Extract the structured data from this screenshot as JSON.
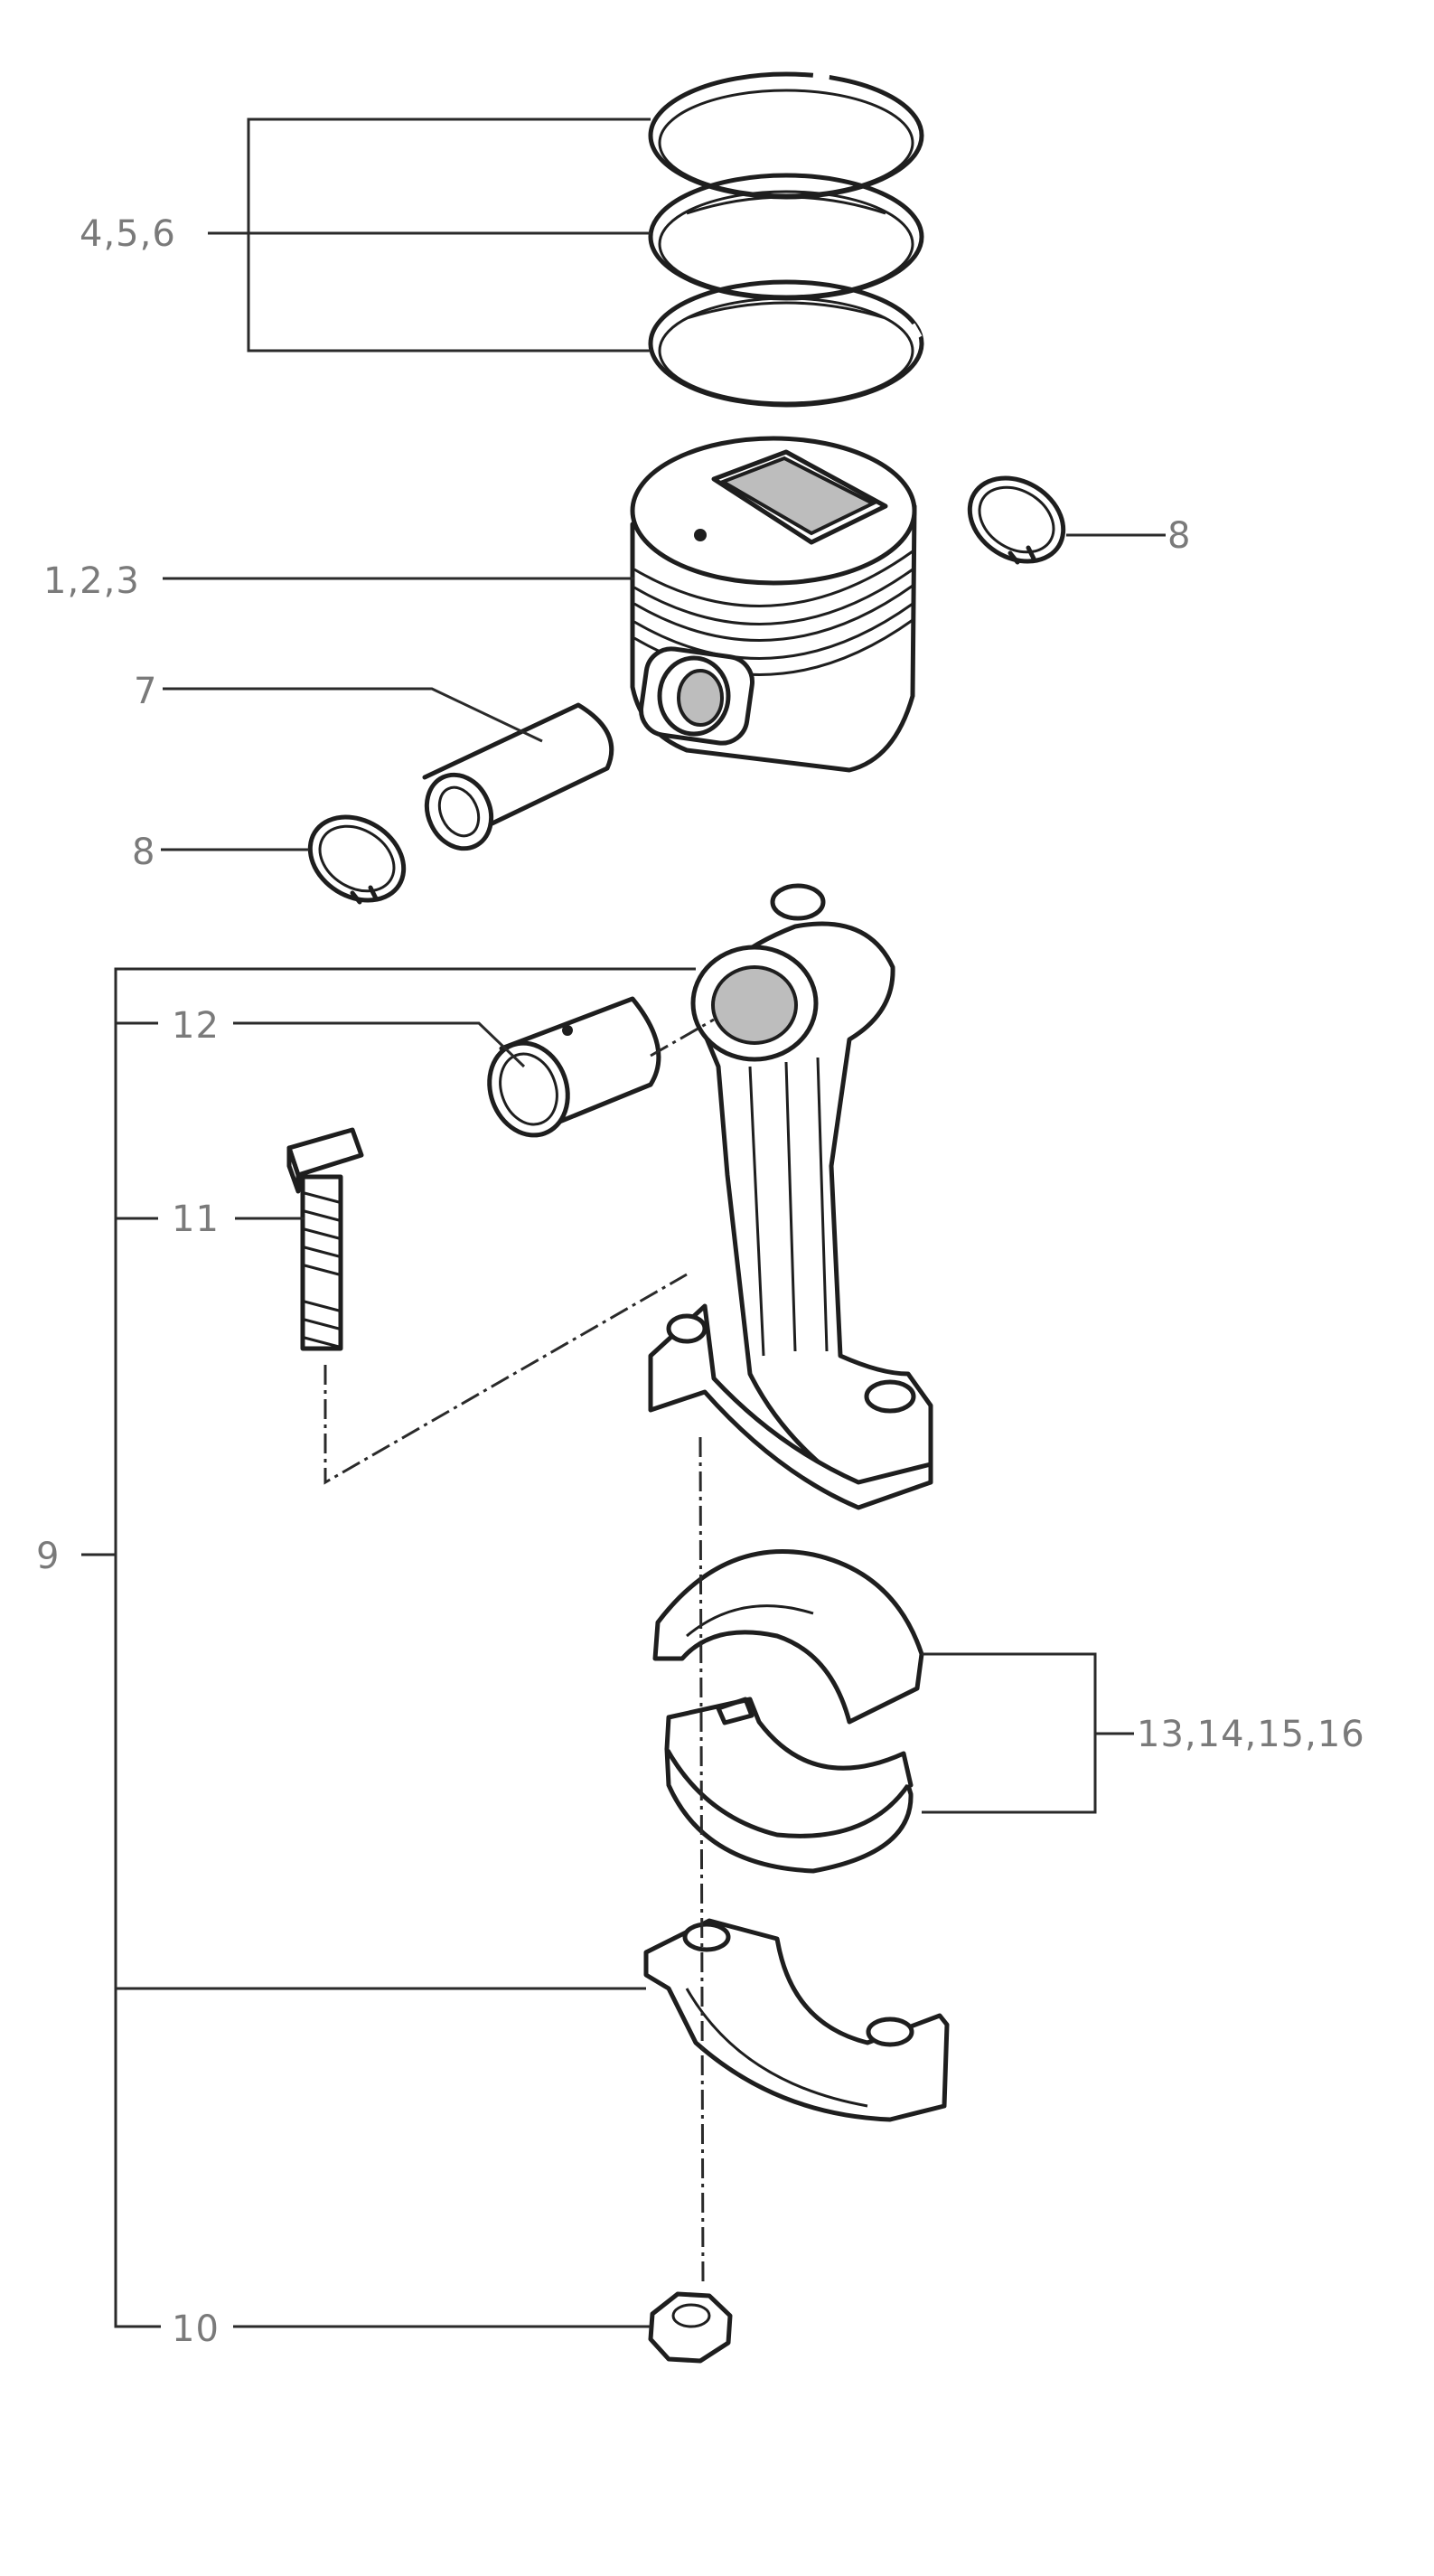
{
  "callouts": {
    "rings": "4,5,6",
    "piston": "1,2,3",
    "clip_right": "8",
    "pin": "7",
    "clip_left": "8",
    "bushing": "12",
    "bolt": "11",
    "assembly": "9",
    "bearings": "13,14,15,16",
    "nut": "10"
  }
}
